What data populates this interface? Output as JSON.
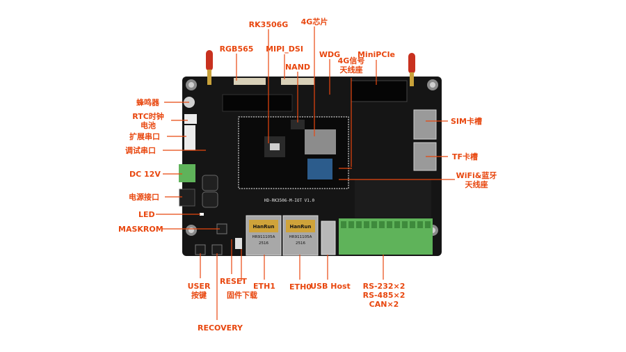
{
  "colors": {
    "annotation": "#e8470f",
    "pcb": "#151515",
    "terminal": "#5fb35a",
    "antenna": "#c8311f",
    "gold": "#c9a23a"
  },
  "board": {
    "silkscreen_model": "HD-RK3506-M-IOT V1.0",
    "rj45_brand": "HanRun",
    "rj45_part": "HR911105A",
    "rj45_date": "2516"
  },
  "labels": {
    "rk3506g": "RK3506G",
    "chip_4g": "4G芯片",
    "rgb565": "RGB565",
    "mipi_dsi": "MIPI_DSI",
    "nand": "NAND",
    "wdg": "WDG",
    "antenna_4g_line1": "4G信号",
    "antenna_4g_line2": "天线座",
    "minipcie": "MiniPCIe",
    "buzzer": "蜂鸣器",
    "rtc_line1": "RTC时钟",
    "rtc_line2": "电池",
    "ext_uart": "扩展串口",
    "debug_uart": "调试串口",
    "dc12v": "DC 12V",
    "power_port": "电源接口",
    "led": "LED",
    "maskrom": "MASKROM",
    "user_key_line1": "USER",
    "user_key_line2": "按键",
    "reset": "RESET",
    "firmware_download": "固件下载",
    "recovery": "RECOVERY",
    "eth1": "ETH1",
    "eth0": "ETH0",
    "usb_host": "USB Host",
    "rs232": "RS-232×2",
    "rs485": "RS-485×2",
    "can": "CAN×2",
    "sim_slot": "SIM卡槽",
    "tf_slot": "TF卡槽",
    "wifi_bt_line1": "WiFi&蓝牙",
    "wifi_bt_line2": "天线座"
  }
}
